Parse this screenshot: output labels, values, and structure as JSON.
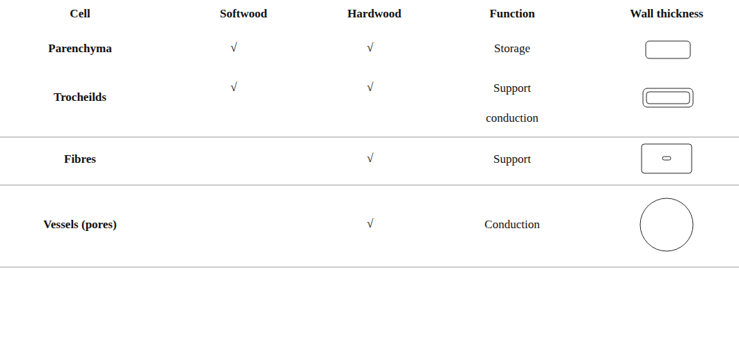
{
  "diagram": {
    "labels": [
      "Cell",
      "Softwood",
      "Hardwood",
      "Function",
      "Wall thickness",
      "Parenchyma",
      "√",
      "√",
      "Storage",
      "Trocheilds",
      "√",
      "√",
      "Support conduction",
      "Fibres",
      "√",
      "Support",
      "Vessels (pores)",
      "√",
      "Conduction"
    ]
  }
}
